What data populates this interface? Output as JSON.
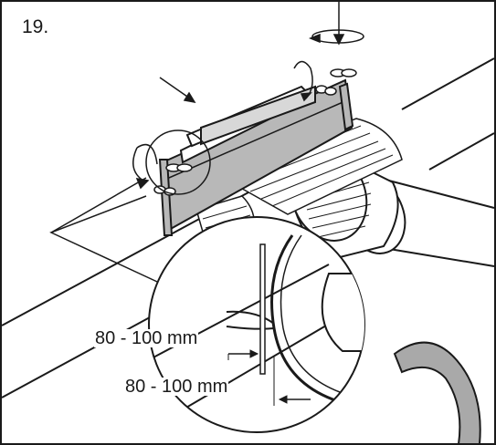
{
  "step_number": "19.",
  "dimensions": {
    "inner": "80 - 100 mm",
    "outer": "80 - 100 mm"
  },
  "colors": {
    "frame": "#1a1a1a",
    "clamp_fill": "#b8b8b8",
    "inner_ring_fill": "#a9a9a9",
    "background": "#ffffff"
  }
}
